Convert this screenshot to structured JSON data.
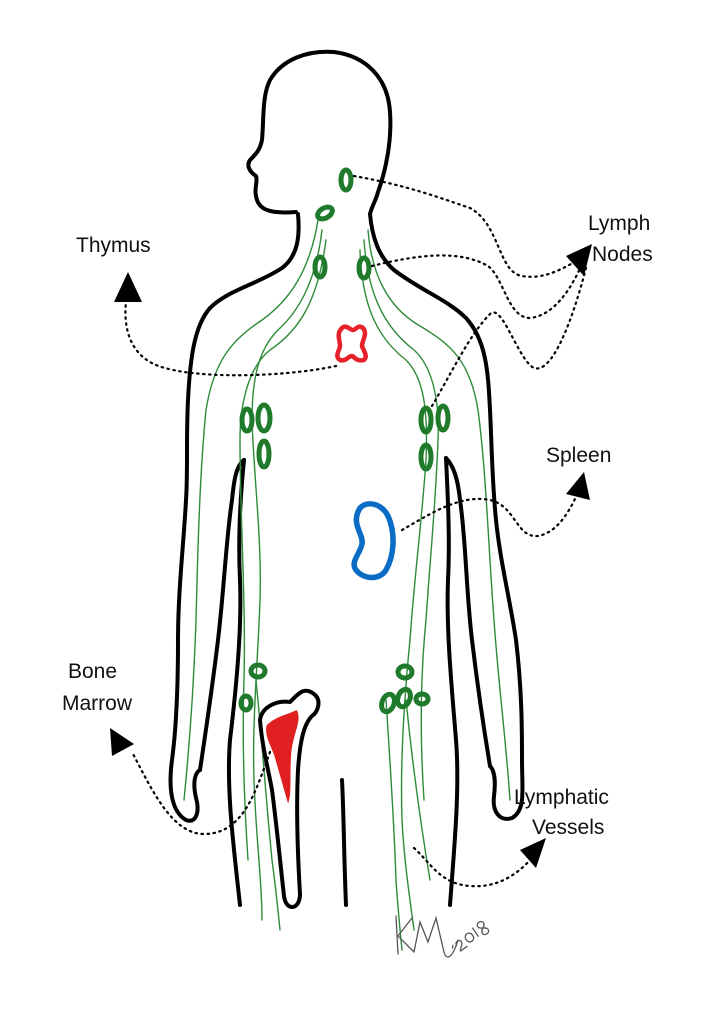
{
  "labels": {
    "thymus": "Thymus",
    "lymph_nodes_line1": "Lymph",
    "lymph_nodes_line2": "Nodes",
    "spleen": "Spleen",
    "bone_marrow_line1": "Bone",
    "bone_marrow_line2": "Marrow",
    "lymphatic_vessels_line1": "Lymphatic",
    "lymphatic_vessels_line2": "Vessels"
  },
  "signature": {
    "initials": "KM",
    "year": "2018"
  },
  "colors": {
    "outline": "#000000",
    "lymph_node": "#1f7a2c",
    "vessel": "#2e8b3a",
    "thymus": "#e8202a",
    "spleen": "#0a6cc4",
    "bone_marrow": "#e02020"
  }
}
